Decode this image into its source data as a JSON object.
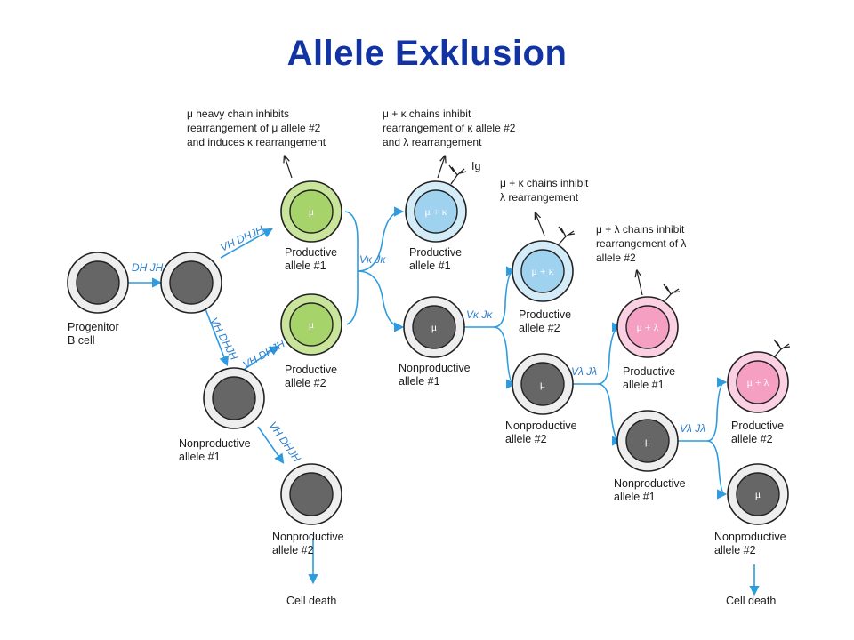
{
  "title": "Allele Exklusion",
  "colors": {
    "arrow": "#2c9be0",
    "green_cell": "#a6d36a",
    "blue_cell": "#9fd2ef",
    "pink_cell": "#f59fc2",
    "gray_nucleus": "#666666"
  },
  "labels": {
    "progenitor_l1": "Progenitor",
    "progenitor_l2": "B cell",
    "nonprod1_l1": "Nonproductive",
    "nonprod1_l2": "allele #1",
    "nonprod2_l1": "Nonproductive",
    "nonprod2_l2": "allele #2",
    "celldeath_left": "Cell death",
    "prodH1_l1": "Productive",
    "prodH1_l2": "allele #1",
    "prodH2_l1": "Productive",
    "prodH2_l2": "allele #2",
    "prodK1_l1": "Productive",
    "prodK1_l2": "allele #1",
    "nonprodK1_l1": "Nonproductive",
    "nonprodK1_l2": "allele #1",
    "prodK2_l1": "Productive",
    "prodK2_l2": "allele #2",
    "nonprodK2_l1": "Nonproductive",
    "nonprodK2_l2": "allele #2",
    "prodL1_l1": "Productive",
    "prodL1_l2": "allele #1",
    "nonprodL1_l1": "Nonproductive",
    "nonprodL1_l2": "allele #1",
    "prodL2_l1": "Productive",
    "prodL2_l2": "allele #2",
    "nonprodL2_l1": "Nonproductive",
    "nonprodL2_l2": "allele #2",
    "celldeath_right": "Cell death",
    "ig": "Ig"
  },
  "notes": {
    "heavy_l1": "μ heavy chain inhibits",
    "heavy_l2": "rearrangement of μ allele #2",
    "heavy_l3": "and induces κ rearrangement",
    "kappa1_l1": "μ + κ chains inhibit",
    "kappa1_l2": "rearrangement of κ allele #2",
    "kappa1_l3": "and λ rearrangement",
    "kappa2_l1": "μ + κ chains inhibit",
    "kappa2_l2": "λ rearrangement",
    "lambda_l1": "μ + λ chains inhibit",
    "lambda_l2": "rearrangement of λ",
    "lambda_l3": "allele #2"
  },
  "cell_text": {
    "mu": "μ",
    "mu_kappa": "μ + κ",
    "mu_lambda": "μ + λ"
  },
  "gene_labels": {
    "dh_jh": "DH JH",
    "vh_dhjh": "VH DHJH",
    "vk_jk": "Vκ Jκ",
    "vl_jl": "Vλ Jλ"
  }
}
